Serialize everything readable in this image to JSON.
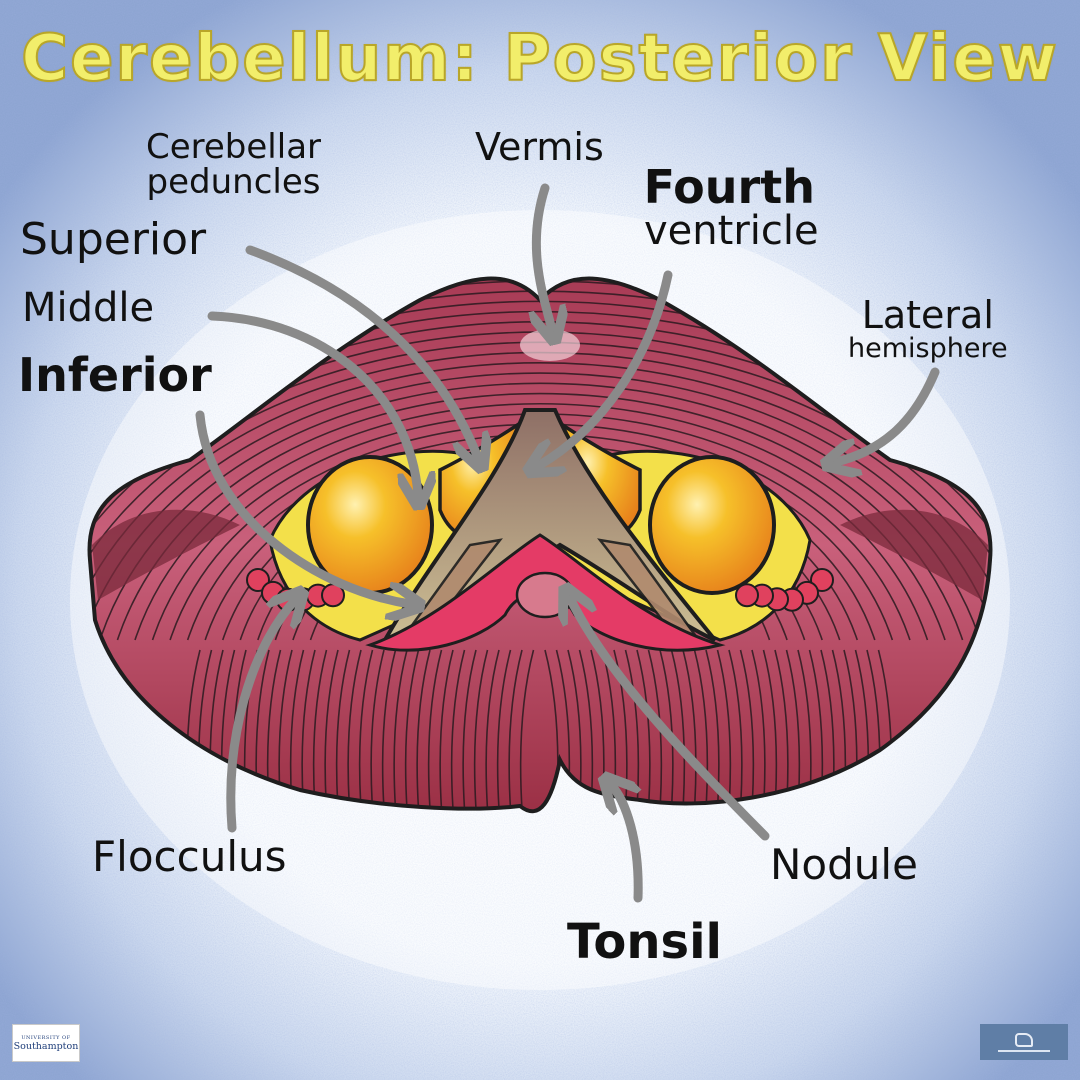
{
  "title": "Cerebellum: Posterior View",
  "labels": {
    "cerebellar_peduncles": [
      "Cerebellar",
      "peduncles"
    ],
    "superior": "Superior",
    "middle": "Middle",
    "inferior": "Inferior",
    "vermis": "Vermis",
    "fourth_ventricle": [
      "Fourth",
      "ventricle"
    ],
    "lateral_hemisphere": [
      "Lateral",
      "hemisphere"
    ],
    "flocculus": "Flocculus",
    "nodule": "Nodule",
    "tonsil": "Tonsil"
  },
  "logos": {
    "left_small": "UNIVERSITY OF",
    "left_big": "Southampton"
  },
  "colors": {
    "title": "#f2ee6b",
    "cerebellum": "#b9475f",
    "cerebellum_dark": "#6e2433",
    "peduncle": "#f4b41e",
    "ventricle": "#a08d74",
    "arrow": "#8a8a8a",
    "background": "#b7c8e6"
  }
}
